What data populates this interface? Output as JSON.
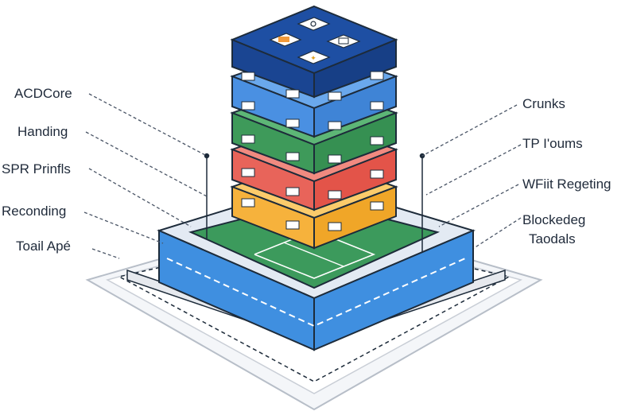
{
  "diagram": {
    "left_labels": [
      "ACDCore",
      "Handing",
      "SPR Prinfls",
      "Reconding",
      "Toail Apé"
    ],
    "right_labels": [
      "Crunks",
      "TP I'oums",
      "WFiit Regeting",
      "Blockedeg",
      "Taodals"
    ],
    "layers": [
      {
        "name": "top",
        "color": "#1e4fa3"
      },
      {
        "name": "blue",
        "color": "#4a90e2"
      },
      {
        "name": "green",
        "color": "#3e9a5a"
      },
      {
        "name": "red",
        "color": "#e8645a"
      },
      {
        "name": "orange",
        "color": "#f6b23c"
      }
    ],
    "colors": {
      "base_blue": "#3f8fe0",
      "base_floor": "#3c9a5c",
      "outline": "#1d2b3a",
      "platform": "#eef1f5"
    }
  }
}
